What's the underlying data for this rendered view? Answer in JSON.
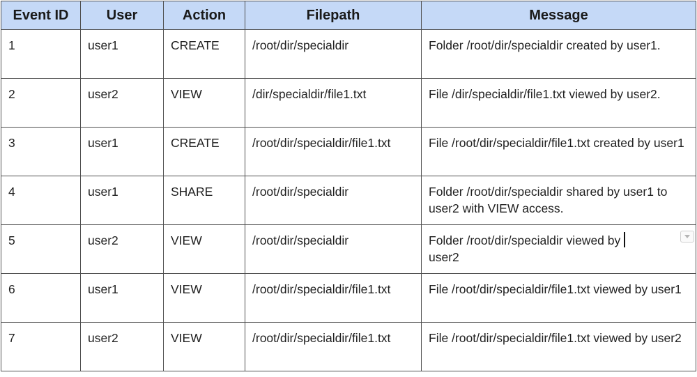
{
  "table": {
    "headers": [
      "Event ID",
      "User",
      "Action",
      "Filepath",
      "Message"
    ],
    "rows": [
      {
        "id": "1",
        "user": "user1",
        "action": "CREATE",
        "filepath": "/root/dir/specialdir",
        "message": "Folder /root/dir/specialdir created by user1."
      },
      {
        "id": "2",
        "user": "user2",
        "action": "VIEW",
        "filepath": "/dir/specialdir/file1.txt",
        "message": "File /dir/specialdir/file1.txt viewed by user2."
      },
      {
        "id": "3",
        "user": "user1",
        "action": "CREATE",
        "filepath": "/root/dir/specialdir/file1.txt",
        "message": "File /root/dir/specialdir/file1.txt created by user1"
      },
      {
        "id": "4",
        "user": "user1",
        "action": "SHARE",
        "filepath": "/root/dir/specialdir",
        "message": "Folder /root/dir/specialdir shared by user1 to user2 with VIEW access."
      },
      {
        "id": "5",
        "user": "user2",
        "action": "VIEW",
        "filepath": "/root/dir/specialdir",
        "message": "Folder /root/dir/specialdir viewed by user2"
      },
      {
        "id": "6",
        "user": "user1",
        "action": "VIEW",
        "filepath": "/root/dir/specialdir/file1.txt",
        "message": "File /root/dir/specialdir/file1.txt viewed by user1"
      },
      {
        "id": "7",
        "user": "user2",
        "action": "VIEW",
        "filepath": "/root/dir/specialdir/file1.txt",
        "message": "File /root/dir/specialdir/file1.txt viewed by user2"
      }
    ]
  },
  "editing": {
    "row_index": 4,
    "cell_menu_icon": "dropdown-arrow-icon"
  },
  "colors": {
    "header_background": "#c5d9f7",
    "border": "#4f4f4f"
  }
}
